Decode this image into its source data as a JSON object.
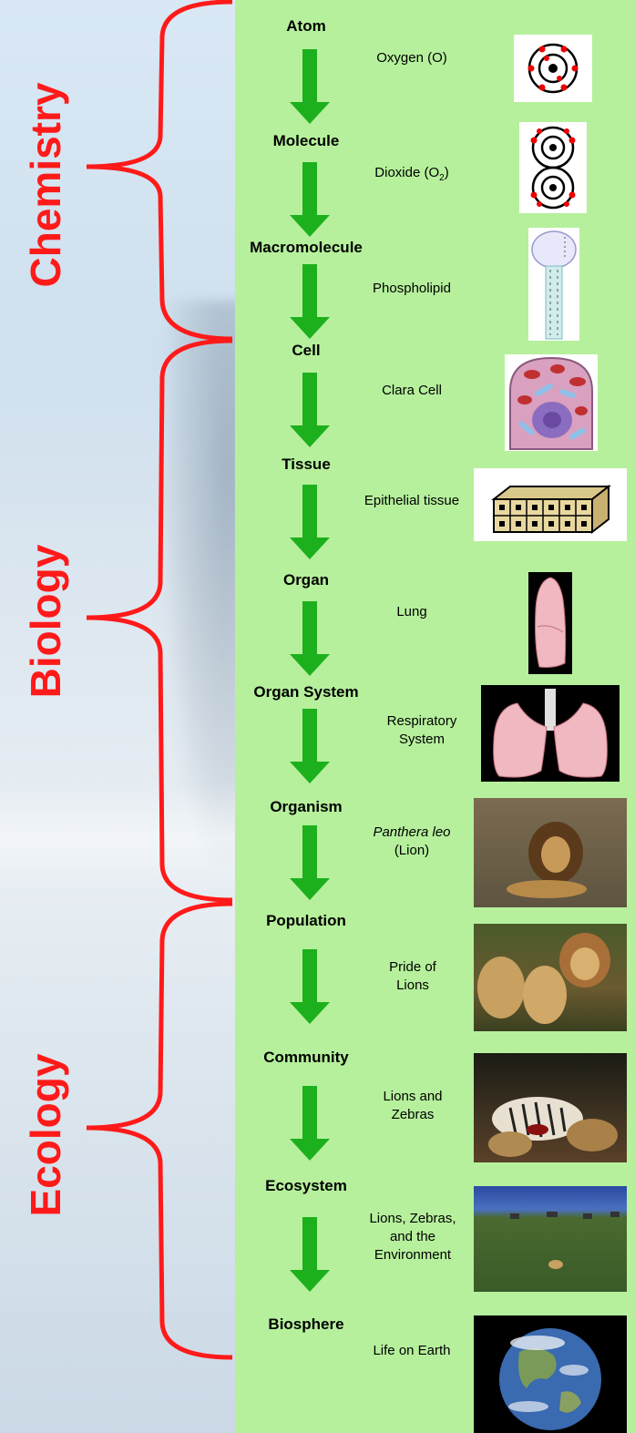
{
  "fields": [
    {
      "label": "Chemistry"
    },
    {
      "label": "Biology"
    },
    {
      "label": "Ecology"
    }
  ],
  "levels": [
    {
      "name": "Atom",
      "example": "Oxygen  (O)",
      "icon": "oxygen-atom-icon"
    },
    {
      "name": "Molecule",
      "example": "Dioxide  (O",
      "sub": "2",
      "example_tail": ")",
      "icon": "oxygen-molecule-icon"
    },
    {
      "name": "Macromolecule",
      "example": "Phospholipid",
      "icon": "phospholipid-icon"
    },
    {
      "name": "Cell",
      "example": "Clara Cell",
      "icon": "clara-cell-icon"
    },
    {
      "name": "Tissue",
      "example": "Epithelial tissue",
      "icon": "epithelial-tissue-icon"
    },
    {
      "name": "Organ",
      "example": "Lung",
      "icon": "lung-icon"
    },
    {
      "name": "Organ System",
      "example": "Respiratory System",
      "icon": "respiratory-system-icon"
    },
    {
      "name": "Organism",
      "example_italic": "Panthera leo",
      "example": "(Lion)",
      "icon": "lion-photo"
    },
    {
      "name": "Population",
      "example": "Pride of Lions",
      "icon": "pride-of-lions-photo"
    },
    {
      "name": "Community",
      "example": "Lions and Zebras",
      "icon": "lions-zebras-photo"
    },
    {
      "name": "Ecosystem",
      "example": "Lions, Zebras, and the Environment",
      "icon": "savanna-photo"
    },
    {
      "name": "Biosphere",
      "example": "Life on Earth",
      "icon": "earth-photo"
    }
  ],
  "colors": {
    "panel": "#b6f09c",
    "arrow": "#1db01d",
    "bracket": "#ff1a1a",
    "field_text": "#ff1a1a"
  }
}
